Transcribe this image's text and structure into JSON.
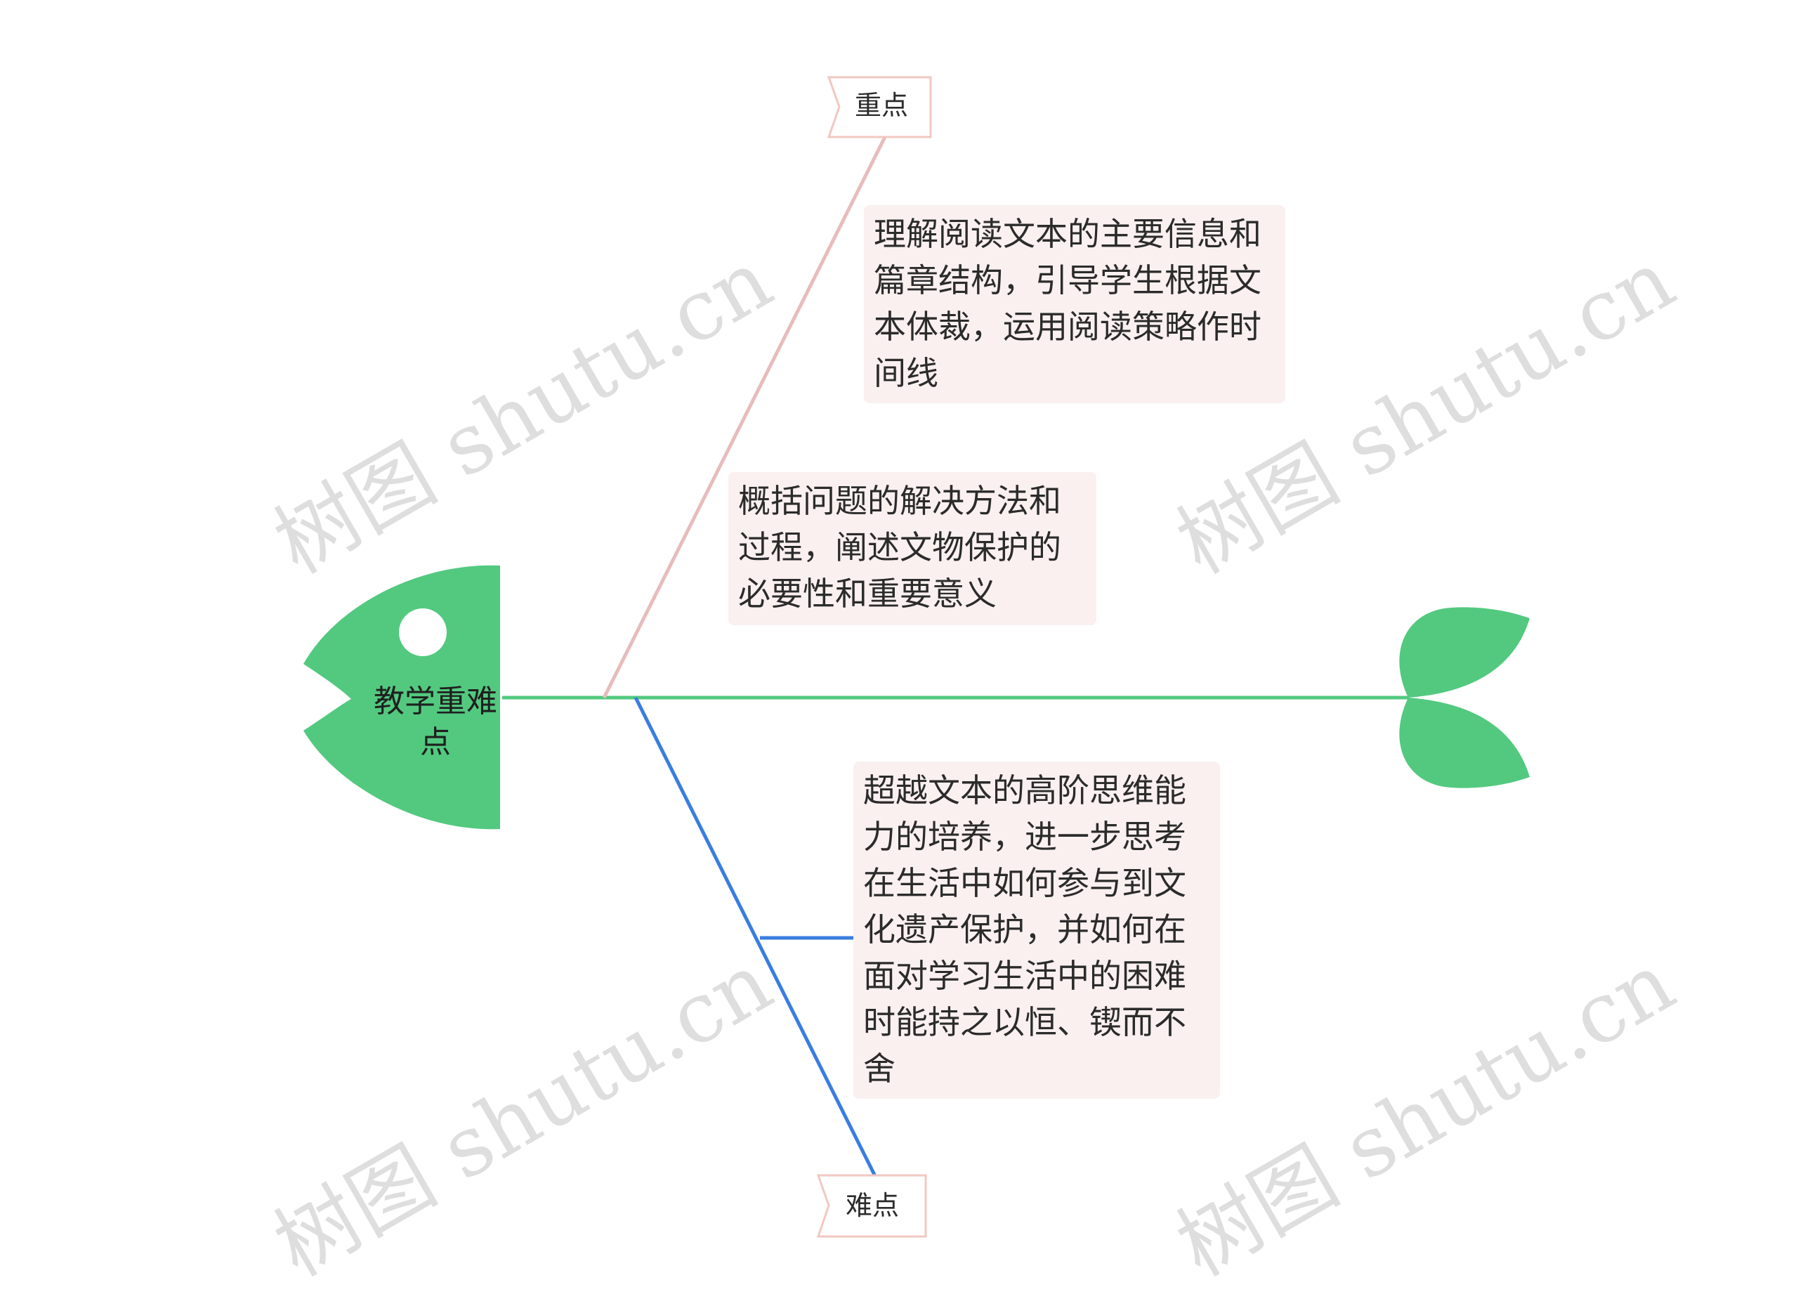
{
  "root": {
    "label": "教学重难点"
  },
  "branches": [
    {
      "label": "重点",
      "color": "#e8bcbc",
      "items": [
        "理解阅读文本的主要信息和篇章结构，引导学生根据文本体裁，运用阅读策略作时间线",
        "概括问题的解决方法和过程，阐述文物保护的必要性和重要意义"
      ]
    },
    {
      "label": "难点",
      "color": "#3a7de0",
      "items": [
        "超越文本的高阶思维能力的培养，进一步思考在生活中如何参与到文化遗产保护，并如何在面对学习生活中的困难时能持之以恒、锲而不舍"
      ]
    }
  ],
  "colors": {
    "fish": "#52c97f",
    "spine": "#52c97f",
    "card_bg": "#f9f0ef",
    "tag_border": "#f2c7c2"
  },
  "icons": {
    "head": "fish-head-icon",
    "tail": "fish-tail-icon"
  },
  "watermark": "树图 shutu.cn"
}
